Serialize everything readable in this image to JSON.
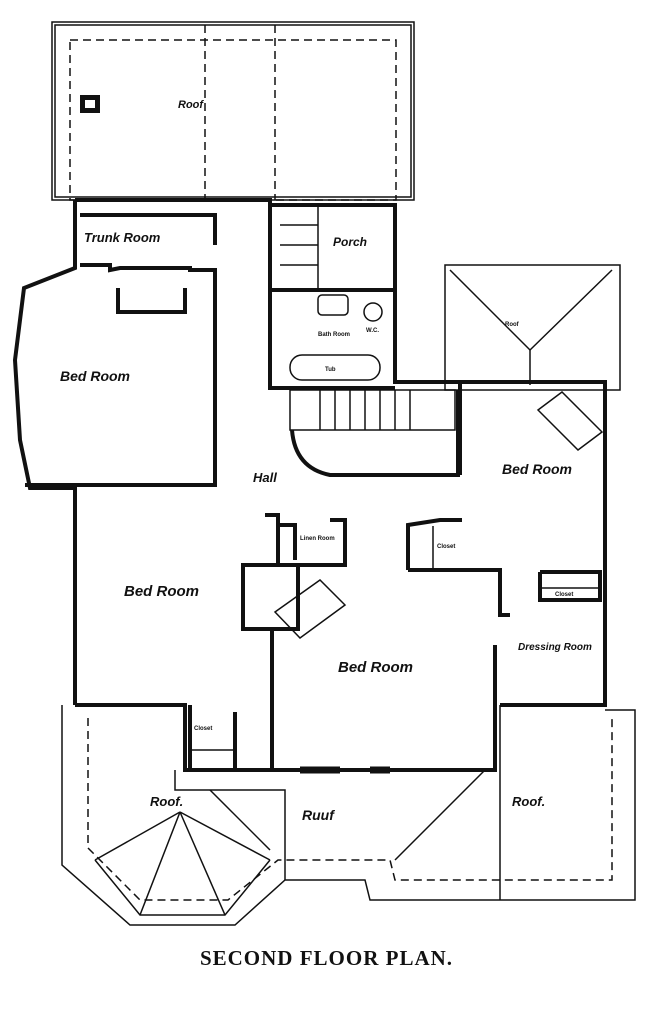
{
  "title": "SECOND FLOOR PLAN.",
  "rooms": {
    "roof_top": "Roof",
    "trunk_room": "Trunk Room",
    "porch": "Porch",
    "bath_room": "Bath Room",
    "tub": "Tub",
    "wc": "W.C.",
    "bed_room_west": "Bed Room",
    "hall": "Hall",
    "roof_east_small": "Roof",
    "bed_room_east": "Bed Room",
    "linen_room": "Linen Room",
    "closet_center": "Closet",
    "bed_room_southwest": "Bed Room",
    "bed_room_south": "Bed Room",
    "dressing_room": "Dressing Room",
    "closet_dressing": "Closet",
    "closet_southwest": "Closet",
    "roof_southwest": "Roof.",
    "roof_south": "Ruuf",
    "roof_southeast": "Roof."
  }
}
